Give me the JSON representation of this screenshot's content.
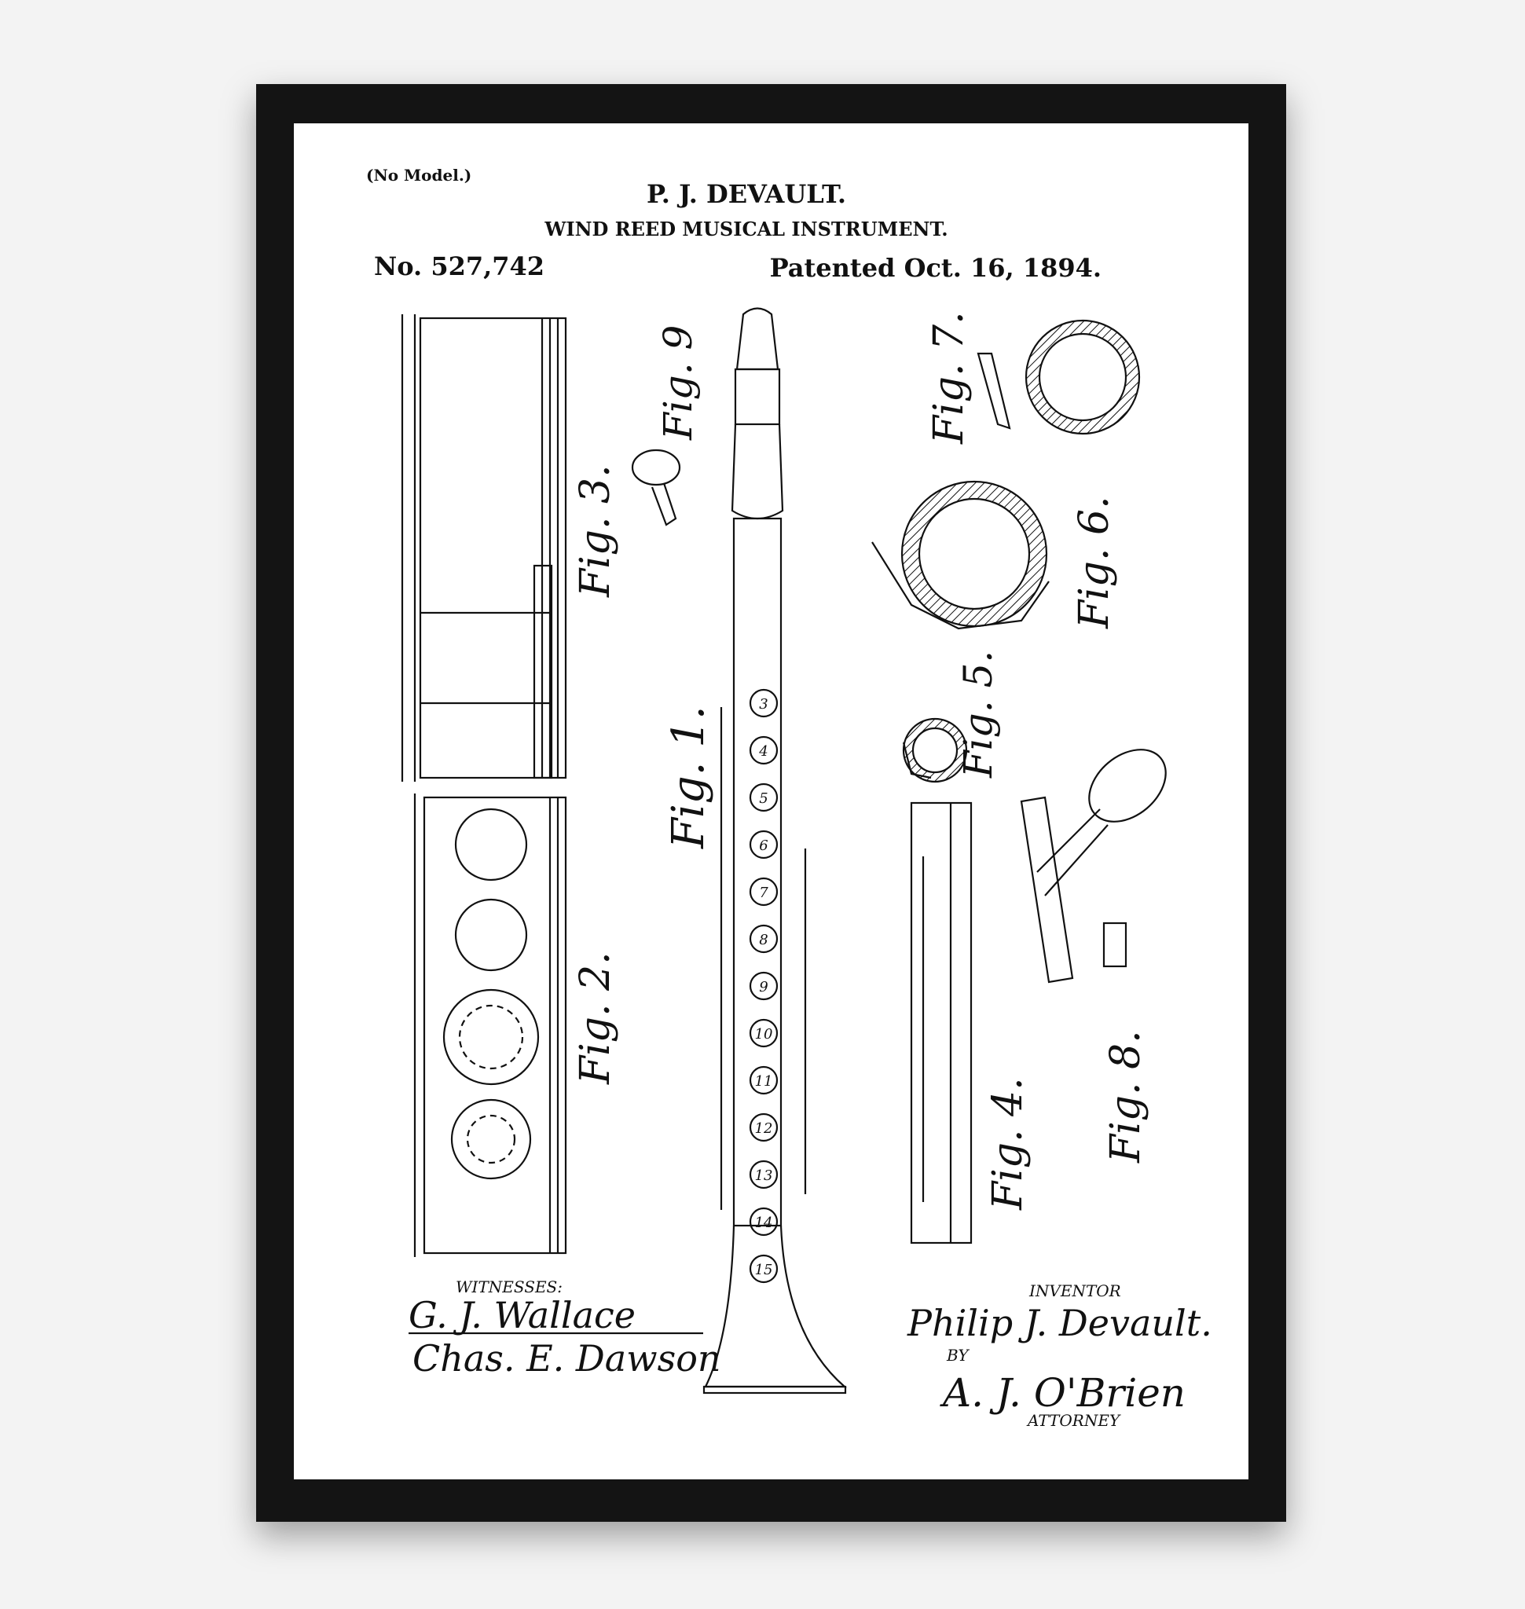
{
  "header": {
    "model_note": "(No Model.)",
    "inventor_name": "P. J. DEVAULT.",
    "title": "WIND REED MUSICAL INSTRUMENT.",
    "patent_number": "No. 527,742",
    "patent_date": "Patented Oct. 16, 1894."
  },
  "figures": {
    "fig1": "Fig. 1.",
    "fig2": "Fig. 2.",
    "fig3": "Fig. 3.",
    "fig4": "Fig. 4.",
    "fig5": "Fig. 5.",
    "fig6": "Fig. 6.",
    "fig7": "Fig. 7.",
    "fig8": "Fig. 8.",
    "fig9": "Fig. 9"
  },
  "clarinet_holes": [
    "3",
    "4",
    "5",
    "6",
    "7",
    "8",
    "9",
    "10",
    "11",
    "12",
    "13",
    "14",
    "15"
  ],
  "signatures": {
    "witnesses_label": "WITNESSES:",
    "witness1": "G. J. Wallace",
    "witness2": "Chas. E. Dawson",
    "inventor_label": "INVENTOR",
    "inventor_signature": "Philip J. Devault.",
    "by_label": "BY",
    "attorney_signature": "A. J. O'Brien",
    "attorney_label": "ATTORNEY"
  }
}
